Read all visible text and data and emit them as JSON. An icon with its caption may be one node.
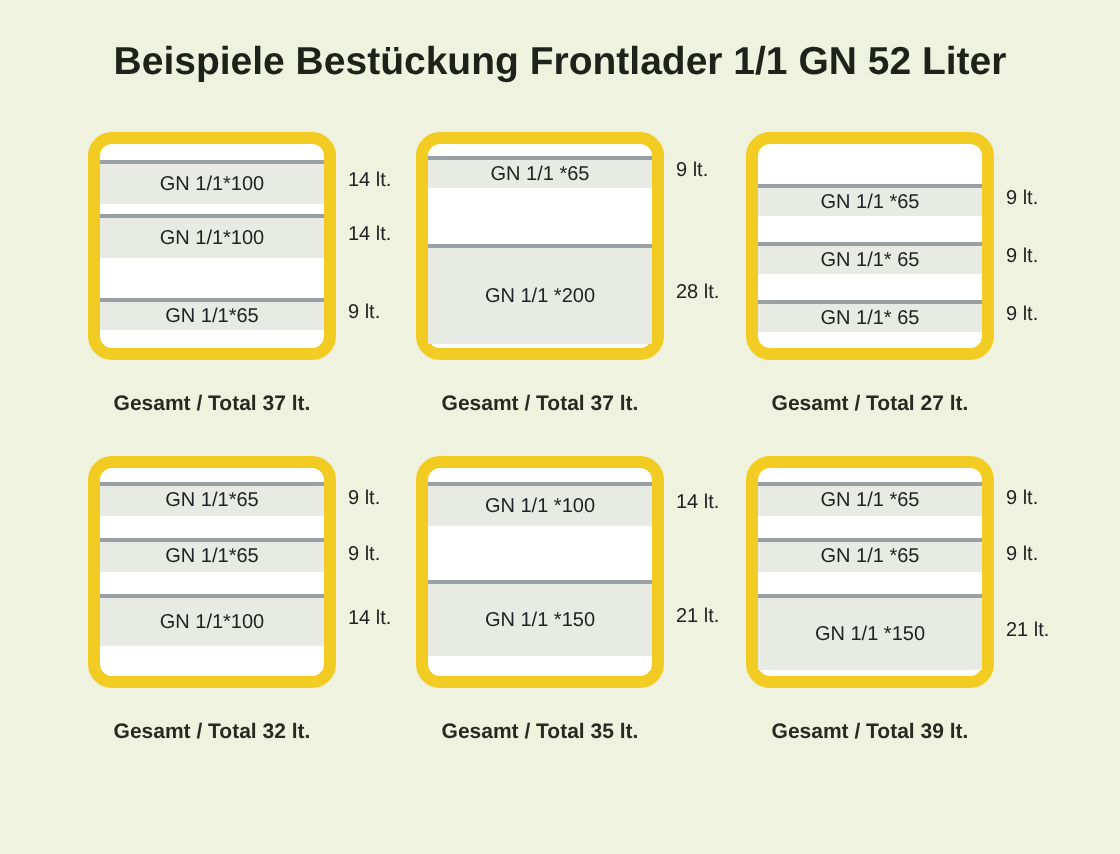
{
  "diagram": {
    "title": "Beispiele Bestückung Frontlader 1/1 GN 52 Liter",
    "nodes": [
      {
        "text": [],
        "shape": "box",
        "beside": [
          "Gesamt / Total 37 lt."
        ]
      },
      {
        "text": [
          "GN 1/1*100"
        ],
        "in": 0,
        "beside": [
          "14 lt."
        ]
      },
      {
        "text": [
          "GN 1/1*100"
        ],
        "in": 0,
        "beside": [
          "14 lt."
        ]
      },
      {
        "text": [
          "GN 1/1*65"
        ],
        "in": 0,
        "beside": [
          "9 lt."
        ]
      },
      {
        "text": [],
        "shape": "box",
        "beside": [
          "Gesamt / Total 37 lt."
        ]
      },
      {
        "text": [
          "GN 1/1 *65"
        ],
        "in": 4,
        "beside": [
          "9 lt."
        ]
      },
      {
        "text": [
          "GN 1/1 *200"
        ],
        "in": 4,
        "beside": [
          "28 lt."
        ]
      },
      {
        "text": [],
        "shape": "box",
        "beside": [
          "Gesamt / Total 27 lt."
        ]
      },
      {
        "text": [
          "GN 1/1 *65"
        ],
        "in": 7,
        "beside": [
          "9 lt."
        ]
      },
      {
        "text": [
          "GN 1/1* 65"
        ],
        "in": 7,
        "beside": [
          "9 lt."
        ]
      },
      {
        "text": [
          "GN 1/1* 65"
        ],
        "in": 7,
        "beside": [
          "9 lt."
        ]
      },
      {
        "text": [],
        "shape": "box",
        "beside": [
          "Gesamt / Total 32 lt."
        ]
      },
      {
        "text": [
          "GN 1/1*65"
        ],
        "in": 11,
        "beside": [
          "9 lt."
        ]
      },
      {
        "text": [
          "GN 1/1*65"
        ],
        "in": 11,
        "beside": [
          "9 lt."
        ]
      },
      {
        "text": [
          "GN 1/1*100"
        ],
        "in": 11,
        "beside": [
          "14 lt."
        ]
      },
      {
        "text": [],
        "shape": "box",
        "beside": [
          "Gesamt / Total 35 lt."
        ]
      },
      {
        "text": [
          "GN 1/1 *100"
        ],
        "in": 15,
        "beside": [
          "14 lt."
        ]
      },
      {
        "text": [
          "GN 1/1 *150"
        ],
        "in": 15,
        "beside": [
          "21 lt."
        ]
      },
      {
        "text": [],
        "shape": "box",
        "beside": [
          "Gesamt / Total 39 lt."
        ]
      },
      {
        "text": [
          "GN 1/1 *65"
        ],
        "in": 18,
        "beside": [
          "9 lt."
        ]
      },
      {
        "text": [
          "GN 1/1 *65"
        ],
        "in": 18,
        "beside": [
          "9 lt."
        ]
      },
      {
        "text": [
          "GN 1/1 *150"
        ],
        "in": 18,
        "beside": [
          "21 lt."
        ]
      }
    ]
  }
}
